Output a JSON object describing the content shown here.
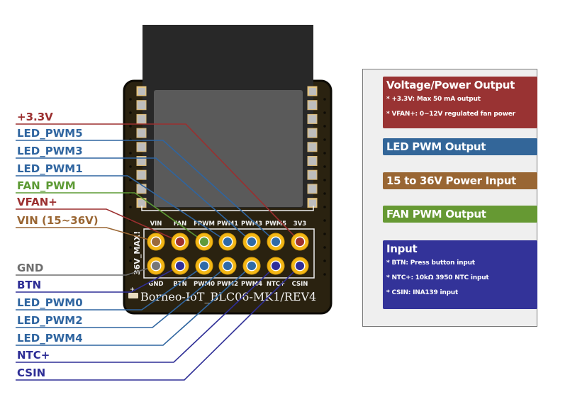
{
  "board": {
    "id_text": "Borneo-IoT_BLC06-MK1/REV4",
    "warning_text": "36V_MAX!",
    "top_row_silk": [
      "VIN",
      "FAN",
      "FPWM",
      "PWM1",
      "PWM3",
      "PWM5",
      "3V3"
    ],
    "bottom_row_silk": [
      "GND",
      "BTN",
      "PWM0",
      "PWM2",
      "PWM4",
      "NTC+",
      "CSIN"
    ],
    "top_row_pin_colors": [
      "#9a6a3a",
      "#a0322e",
      "#5e9a3a",
      "#2f6aa8",
      "#2f6aa8",
      "#2f6aa8",
      "#a0322e"
    ],
    "bottom_row_pin_colors": [
      "#777777",
      "#2e2e9a",
      "#2f6aa8",
      "#2f6aa8",
      "#2f6aa8",
      "#2e2e9a",
      "#2e2e9a"
    ]
  },
  "pin_labels": [
    {
      "text": "+3.3V",
      "color": "#9b2f2f",
      "row": "top",
      "pin": 6
    },
    {
      "text": "LED_PWM5",
      "color": "#2f65a0",
      "row": "top",
      "pin": 5
    },
    {
      "text": "LED_PWM3",
      "color": "#2f65a0",
      "row": "top",
      "pin": 4
    },
    {
      "text": "LED_PWM1",
      "color": "#2f65a0",
      "row": "top",
      "pin": 3
    },
    {
      "text": "FAN_PWM",
      "color": "#5c9a34",
      "row": "top",
      "pin": 2
    },
    {
      "text": "VFAN+",
      "color": "#9b2f2f",
      "row": "top",
      "pin": 1
    },
    {
      "text": "VIN (15~36V)",
      "color": "#9a6633",
      "row": "top",
      "pin": 0
    },
    {
      "text": "GND",
      "color": "#6e6e6e",
      "row": "bottom",
      "pin": 0
    },
    {
      "text": "BTN",
      "color": "#2e2e96",
      "row": "bottom",
      "pin": 1
    },
    {
      "text": "LED_PWM0",
      "color": "#2f65a0",
      "row": "bottom",
      "pin": 2
    },
    {
      "text": "LED_PWM2",
      "color": "#2f65a0",
      "row": "bottom",
      "pin": 3
    },
    {
      "text": "LED_PWM4",
      "color": "#2f65a0",
      "row": "bottom",
      "pin": 4
    },
    {
      "text": "NTC+",
      "color": "#2e2e96",
      "row": "bottom",
      "pin": 5
    },
    {
      "text": "CSIN",
      "color": "#2e2e96",
      "row": "bottom",
      "pin": 6
    }
  ],
  "legend": {
    "voltage": {
      "title": "Voltage/Power Output",
      "notes": [
        "* +3.3V: Max 50 mA output",
        "* VFAN+: 0~12V regulated fan power"
      ],
      "color": "#993333"
    },
    "led_pwm": {
      "title": "LED PWM Output",
      "color": "#336699"
    },
    "power_in": {
      "title": "15 to 36V Power Input",
      "color": "#996633"
    },
    "fan_pwm": {
      "title": "FAN PWM Output",
      "color": "#669933"
    },
    "input": {
      "title": "Input",
      "notes": [
        "* BTN: Press button input",
        "* NTC+: 10kΩ 3950 NTC input",
        "* CSIN: INA139 input"
      ],
      "color": "#333399"
    }
  }
}
